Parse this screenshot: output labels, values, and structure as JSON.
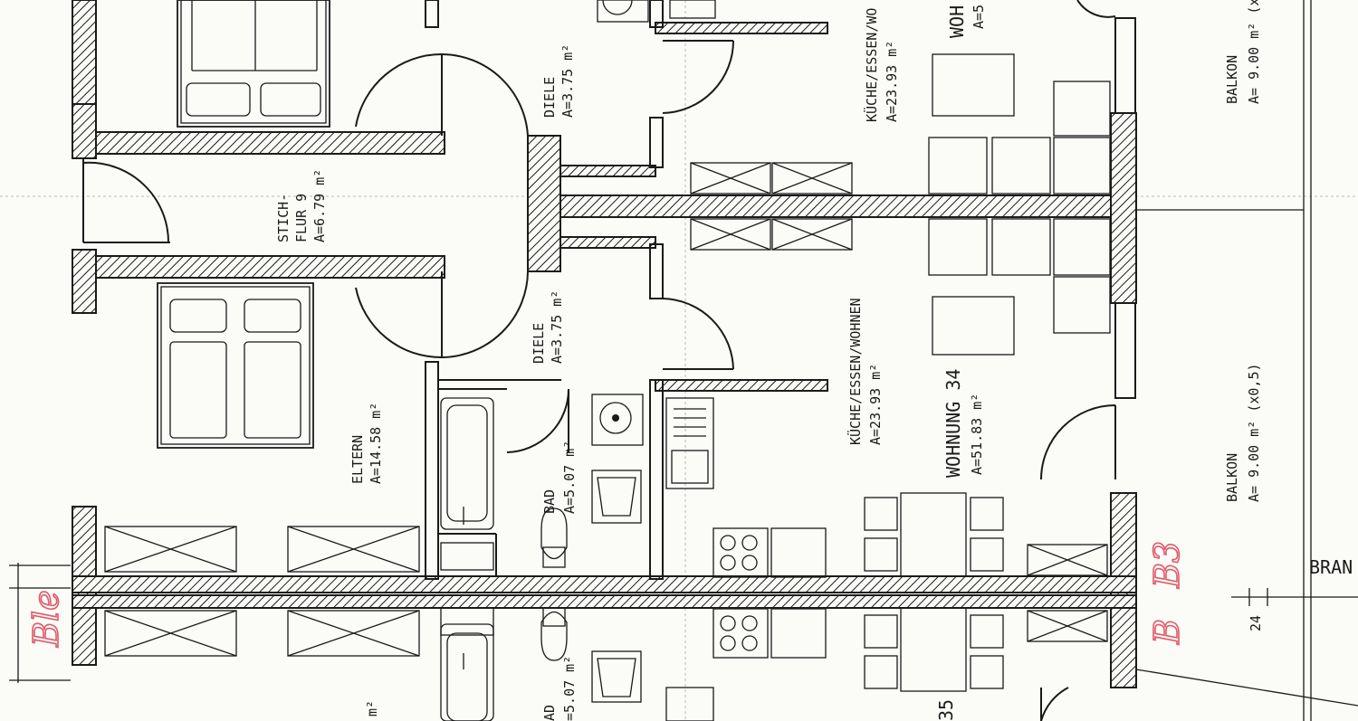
{
  "rooms": {
    "diele_top": {
      "name": "DIELE",
      "area": "A=3.75 m²"
    },
    "stichflur": {
      "name1": "STICH-",
      "name2": "FLUR 9",
      "area": "A=6.79 m²"
    },
    "kueche_top": {
      "name": "KÜCHE/ESSEN/WO",
      "area": "A=23.93 m²"
    },
    "wohnung_top": {
      "name": "WOH",
      "area": "A=5"
    },
    "balkon_top": {
      "name": "BALKON",
      "area": "A= 9.00 m² (x0"
    },
    "diele_mid": {
      "name": "DIELE",
      "area": "A=3.75 m²"
    },
    "kueche_mid": {
      "name": "KÜCHE/ESSEN/WOHNEN",
      "area": "A=23.93 m²"
    },
    "wohnung_34": {
      "name": "WOHNUNG 34",
      "area": "A=51.83 m²"
    },
    "balkon_mid": {
      "name": "BALKON",
      "area": "A= 9.00 m² (x0,5)"
    },
    "eltern": {
      "name": "ELTERN",
      "area": "A=14.58 m²"
    },
    "bad_mid": {
      "name": "BAD",
      "area": "A=5.07 m²"
    },
    "bad_bottom": {
      "name": "AD",
      "area": "=5.07 m²"
    },
    "bottom_left": {
      "area": "m²"
    },
    "bottom_mid": {
      "number": "35"
    }
  },
  "annotations": {
    "red_left": "Ble",
    "red_right_1": "B3",
    "red_right_2": "B",
    "dimension": "24",
    "edge_label": "BRAN"
  },
  "colors": {
    "line": "#1a1a1a",
    "paper": "#fbfbf8",
    "red_pen": "#e05a6a",
    "grid": "#b8b8b8"
  }
}
